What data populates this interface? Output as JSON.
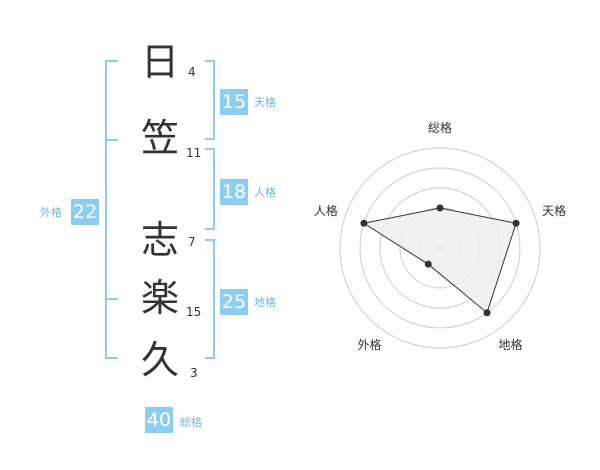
{
  "name": {
    "chars": [
      {
        "char": "日",
        "strokes": "4"
      },
      {
        "char": "笠",
        "strokes": "11"
      },
      {
        "char": "志",
        "strokes": "7"
      },
      {
        "char": "楽",
        "strokes": "15"
      },
      {
        "char": "久",
        "strokes": "3"
      }
    ]
  },
  "fortune": {
    "tenkaku": {
      "label": "天格",
      "value": "15"
    },
    "jinkaku": {
      "label": "人格",
      "value": "18"
    },
    "chikaku": {
      "label": "地格",
      "value": "25"
    },
    "gaikaku": {
      "label": "外格",
      "value": "22"
    },
    "soukaku": {
      "label": "総格",
      "value": "40"
    }
  },
  "chart_data": {
    "type": "radar",
    "axes": [
      "総格",
      "天格",
      "地格",
      "外格",
      "人格"
    ],
    "values": [
      2,
      4,
      4,
      1,
      4
    ],
    "rmax": 5,
    "rings": 5,
    "colors": {
      "fill": "#eeeeee",
      "line": "#333333",
      "point": "#333333",
      "grid": "#cccccc",
      "center": "#cccccc"
    }
  }
}
